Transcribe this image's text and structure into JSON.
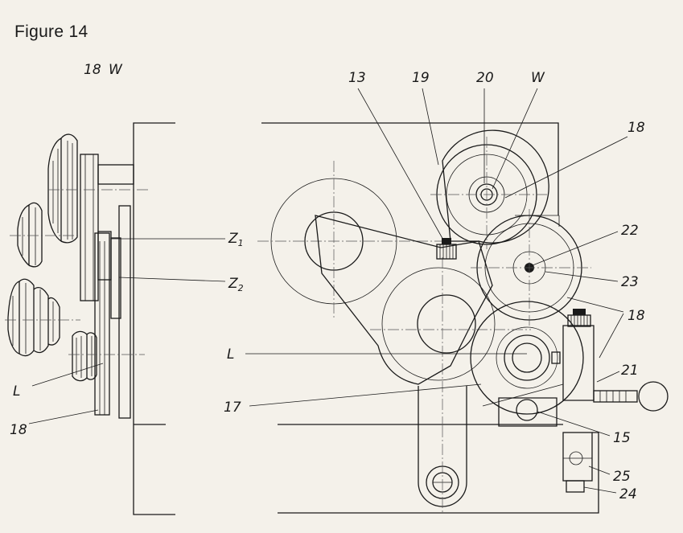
{
  "figure": {
    "title": "Figure 14"
  },
  "side_view_labels": {
    "belt_pulley": "18",
    "shaft_w": "W",
    "gear_z1": "Z",
    "gear_z1_sub": "1",
    "gear_z2": "Z",
    "gear_z2_sub": "2",
    "shaft_l": "L",
    "gear_bottom": "18"
  },
  "front_view_labels": {
    "lever": "13",
    "arm": "19",
    "gear_20": "20",
    "shaft_w": "W",
    "gear_top": "18",
    "nut_22": "22",
    "gear_23": "23",
    "gear_mid": "18",
    "shaft_l": "L",
    "quadrant_17": "17",
    "bolt_21": "21",
    "clamp_15": "15",
    "block_25": "25",
    "screw_24": "24"
  }
}
